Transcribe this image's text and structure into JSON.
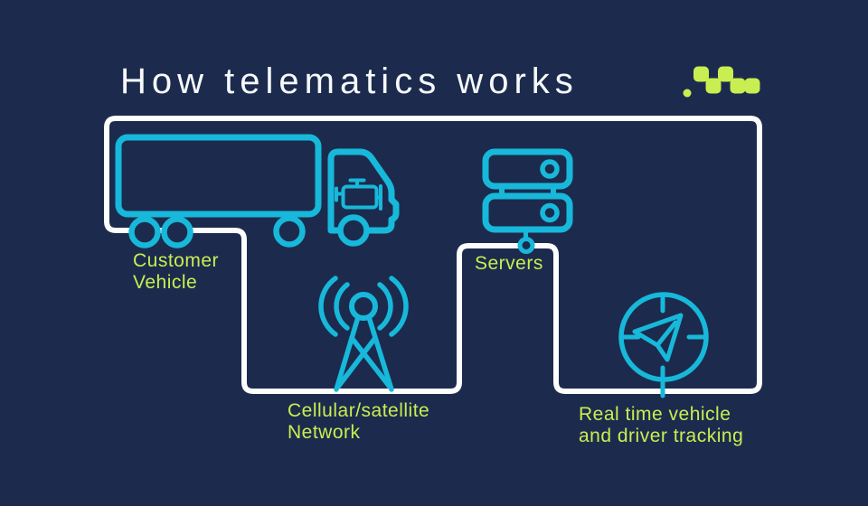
{
  "title": "How telematics works",
  "colors": {
    "background": "#1c2b4d",
    "icon_cyan": "#17b8da",
    "label_lime": "#c9ee52",
    "path_white": "#fdfdfd"
  },
  "logo": {
    "icon": "pixel-wave-logo-icon"
  },
  "connection": {
    "style": "continuous white rounded snake path linking all nodes"
  },
  "nodes": [
    {
      "id": "customer-vehicle",
      "icon": "truck-icon",
      "label": "Customer\nVehicle"
    },
    {
      "id": "cellular-network",
      "icon": "radio-tower-icon",
      "label": "Cellular/satellite\nNetwork"
    },
    {
      "id": "servers",
      "icon": "server-stack-icon",
      "label": "Servers"
    },
    {
      "id": "tracking",
      "icon": "compass-icon",
      "label": "Real time vehicle\nand driver tracking"
    }
  ]
}
